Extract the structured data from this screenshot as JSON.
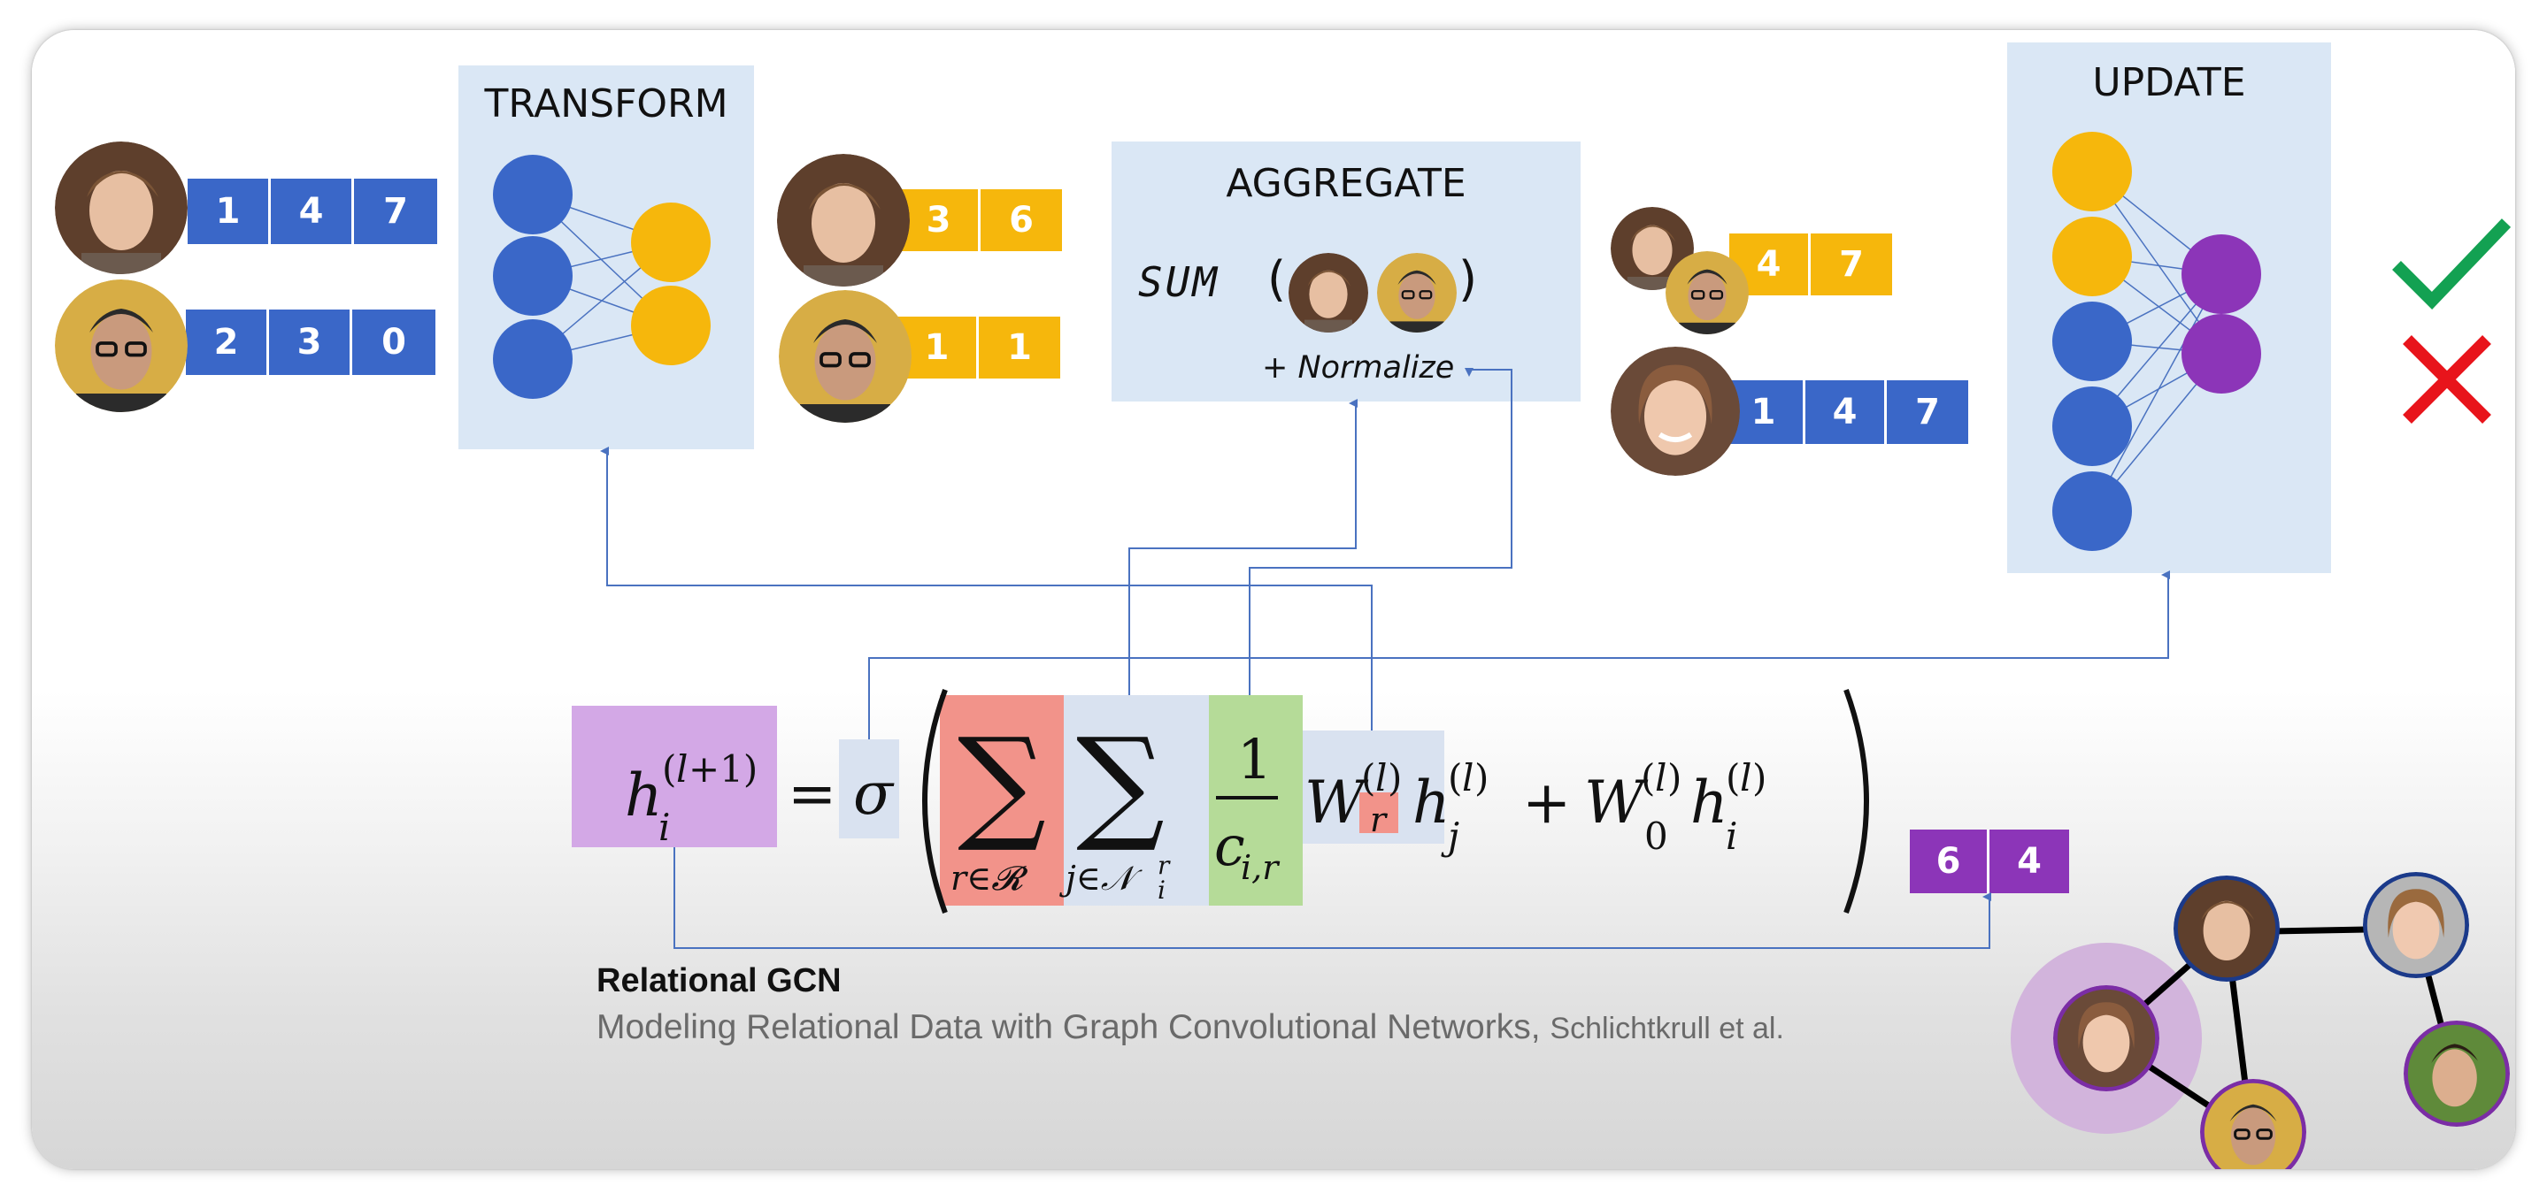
{
  "panels": {
    "transform": "TRANSFORM",
    "aggregate": "AGGREGATE",
    "update": "UPDATE"
  },
  "aggregate": {
    "sum_label": "SUM",
    "open_paren": "(",
    "close_paren": ")",
    "normalize": "+ Normalize"
  },
  "vectors": {
    "input_1": [
      "1",
      "4",
      "7"
    ],
    "input_2": [
      "2",
      "3",
      "0"
    ],
    "transformed_1": [
      "3",
      "6"
    ],
    "transformed_2": [
      "1",
      "1"
    ],
    "aggregated": [
      "4",
      "7"
    ],
    "self_vector": [
      "1",
      "4",
      "7"
    ],
    "output": [
      "6",
      "4"
    ]
  },
  "caption": {
    "title": "Relational GCN",
    "subtitle": "Modeling Relational Data with Graph Convolutional Networks,",
    "authors": "Schlichtkrull et al."
  },
  "colors": {
    "panel_bg": "#dae7f5",
    "blue": "#3a67c8",
    "yellow": "#f6b70c",
    "purple": "#8c35b8",
    "check": "#13a152",
    "cross": "#e8141b",
    "arrow": "#4a72c0"
  },
  "status_icons": [
    "check-icon",
    "cross-icon"
  ]
}
